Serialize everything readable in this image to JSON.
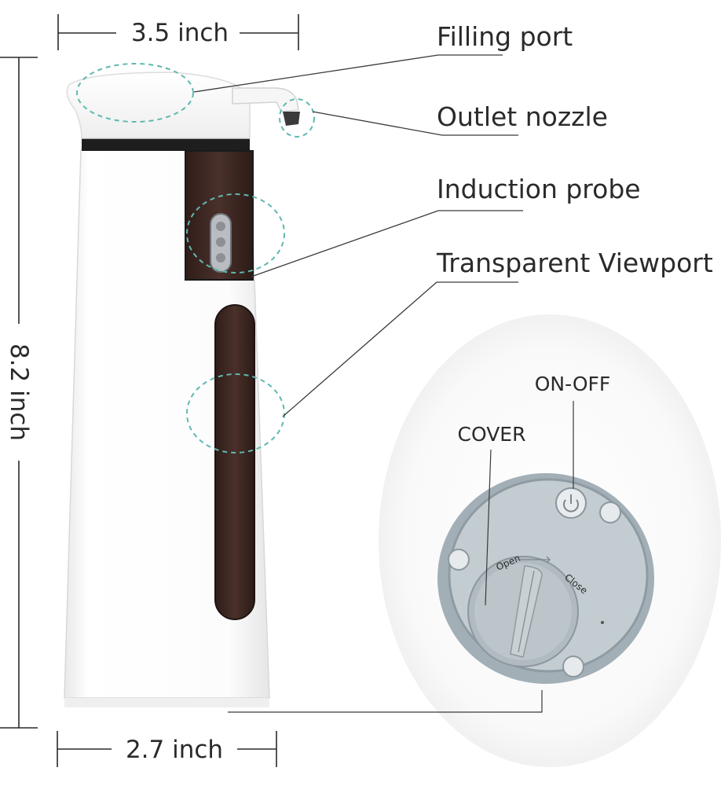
{
  "dimensions": {
    "top_width": "3.5 inch",
    "height": "8.2 inch",
    "bottom_width": "2.7 inch"
  },
  "callouts": {
    "filling_port": "Filling port",
    "outlet_nozzle": "Outlet nozzle",
    "induction_probe": "Induction probe",
    "transparent_viewport": "Transparent Viewport"
  },
  "bottom_view": {
    "on_off": "ON-OFF",
    "cover": "COVER",
    "open_text": "Open",
    "close_text": "Close"
  },
  "colors": {
    "body_white": "#fbfbfb",
    "window_brown": "#3a2621",
    "highlight_teal": "#5fb8b0",
    "base_grey": "#9aa7b0"
  }
}
